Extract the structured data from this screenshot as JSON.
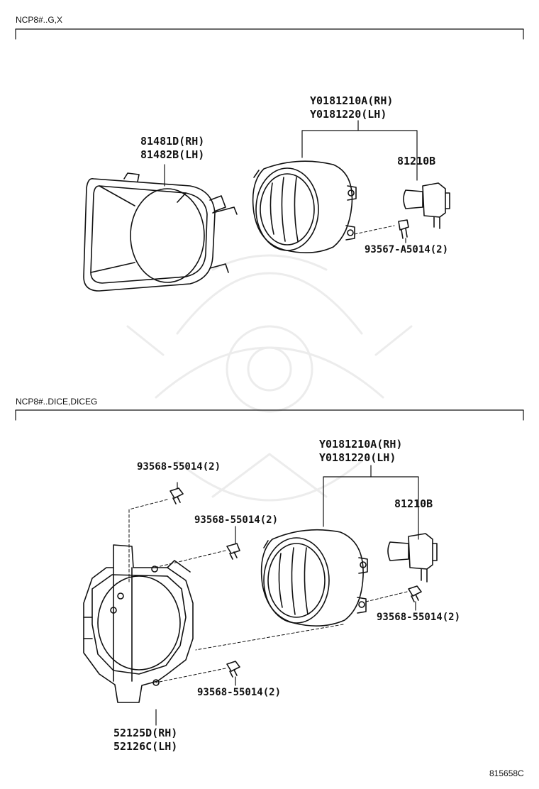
{
  "sections": [
    {
      "title": "NCP8#..G,X",
      "labels": {
        "lamp_assy": [
          "Y0181210A(RH)",
          "Y0181220(LH)"
        ],
        "bezel": [
          "81481D(RH)",
          "81482B(LH)"
        ],
        "bulb": "81210B",
        "screw": "93567-A5014(2)"
      }
    },
    {
      "title": "NCP8#..DICE,DICEG",
      "labels": {
        "lamp_assy": [
          "Y0181210A(RH)",
          "Y0181220(LH)"
        ],
        "bulb": "81210B",
        "bolt_top": "93568-55014(2)",
        "bolt_mid": "93568-55014(2)",
        "bolt_right": "93568-55014(2)",
        "bolt_bottom": "93568-55014(2)",
        "bracket": [
          "52125D(RH)",
          "52126C(LH)"
        ]
      }
    }
  ],
  "illustration_code": "815658C"
}
